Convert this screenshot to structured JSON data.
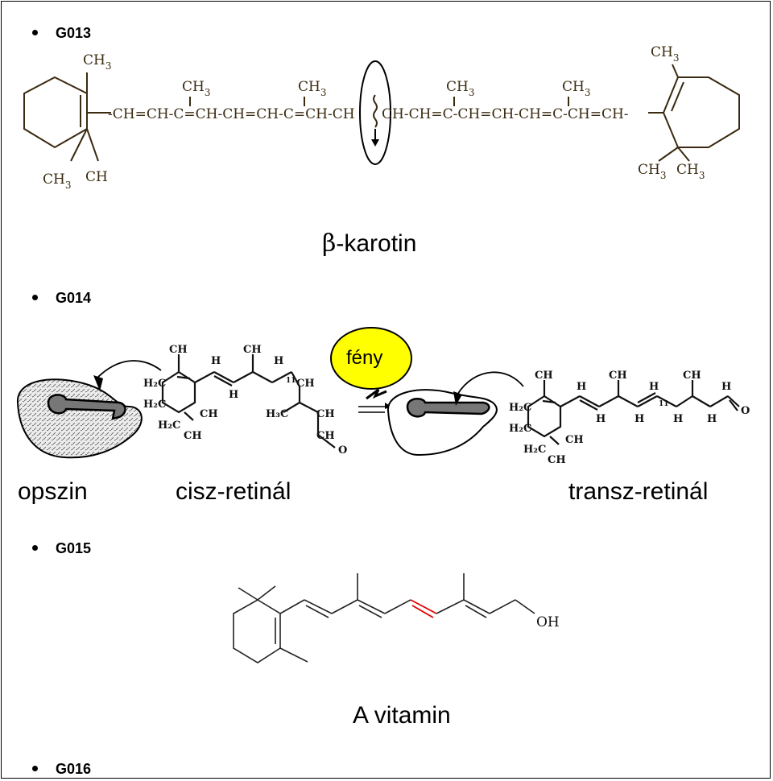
{
  "sections": [
    {
      "id": "G013"
    },
    {
      "id": "G014"
    },
    {
      "id": "G015"
    },
    {
      "id": "G016"
    }
  ],
  "g013": {
    "chain_text": "-CH=CH-C=CH-CH=CH-C=CH-CH",
    "chain_text_right": "CH-CH=C-CH=CH-CH=C-CH=CH-",
    "ch3": "CH",
    "sub3": "3",
    "caption_beta": "β",
    "caption_rest": "-karotin"
  },
  "g014": {
    "feny": "fény",
    "label_opszin": "opszin",
    "label_cisz": "cisz-retinál",
    "label_transz": "transz-retinál",
    "ch3": "CH",
    "h2c": "H₂C",
    "h": "H",
    "c": "C",
    "ch": "CH",
    "o": "O",
    "num11": "11",
    "h3c": "H₃C"
  },
  "g015": {
    "oh": "OH",
    "caption": "A vitamin"
  },
  "colors": {
    "feny_fill": "#ffff00",
    "highlight": "#e00000"
  }
}
